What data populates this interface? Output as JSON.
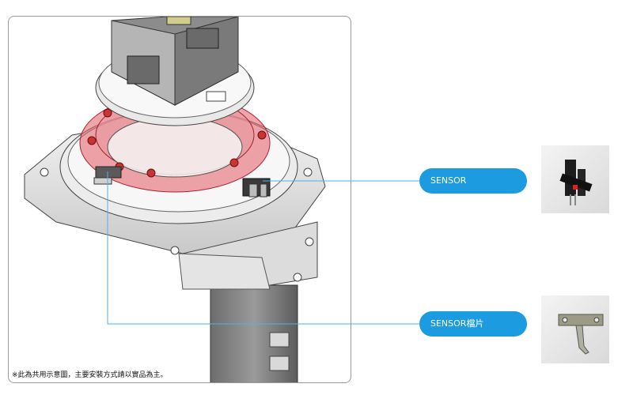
{
  "labels": {
    "sensor": "SENSOR",
    "sensor_plate": "SENSOR檔片"
  },
  "footnote": "※此為共用示意圖，主要安裝方式請以實品為主。",
  "colors": {
    "accent": "#1d9be0",
    "ring_highlight": "#e35b66",
    "panel_border": "#9a9a9a"
  },
  "icons": {
    "sensor_photo": "photo-interrupter-sensor-icon",
    "plate_photo": "sensor-shutter-plate-icon"
  }
}
